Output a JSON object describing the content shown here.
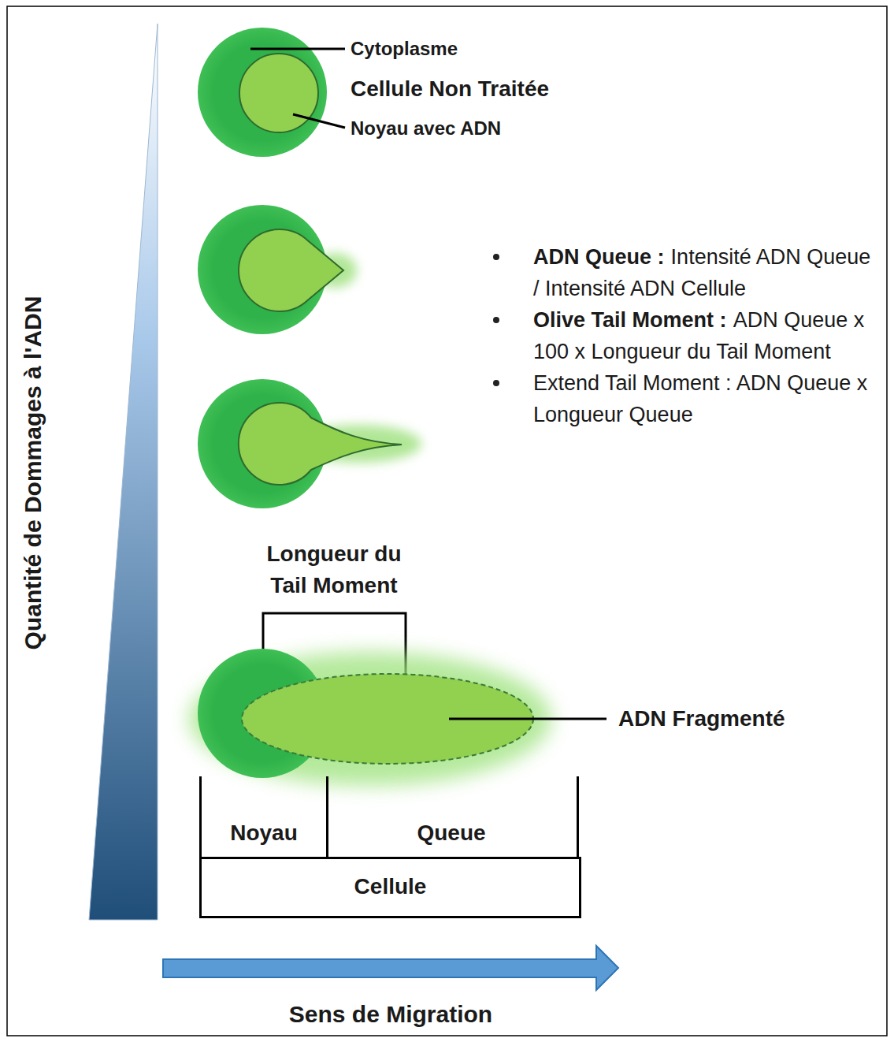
{
  "diagram": {
    "nodes": [
      {
        "text": [
          "Noyau"
        ]
      },
      {
        "text": [
          "Queue"
        ]
      },
      {
        "text": [
          "Cellule"
        ]
      }
    ],
    "labels": [
      "Quantité de Dommages à l'ADN",
      "Cytoplasme",
      "Cellule Non Traitée",
      "Noyau avec ADN",
      "ADN Queue :",
      "Intensité ADN Queue / Intensité ADN Cellule",
      "Olive Tail Moment :",
      "ADN Queue x 100 x Longueur du Tail Moment",
      "Extend Tail Moment : ADN Queue x Longueur Queue",
      "Longueur du Tail Moment",
      "ADN Fragmenté",
      "Sens de Migration"
    ]
  }
}
